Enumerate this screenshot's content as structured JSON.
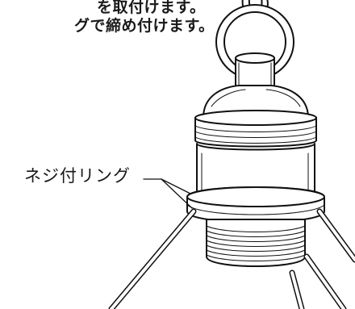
{
  "instructions": {
    "line1": "を取付けます。",
    "line2": "グで締め付けます。"
  },
  "callout_label": "ネジ付リング"
}
